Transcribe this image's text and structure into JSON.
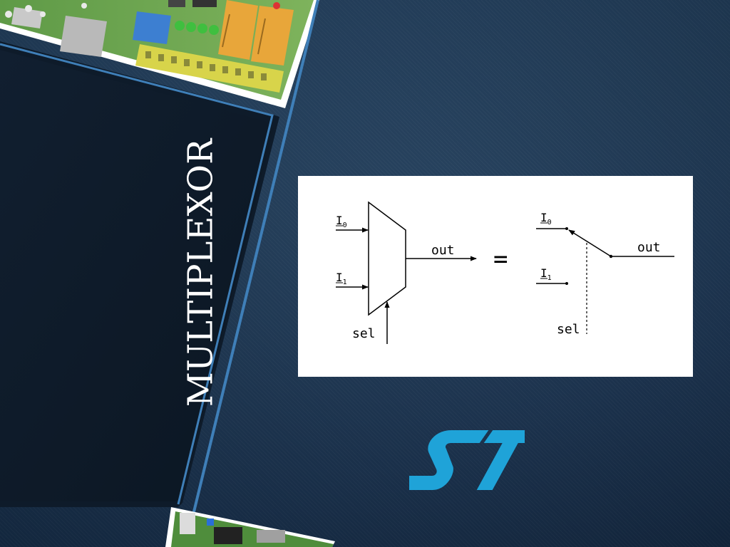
{
  "slide": {
    "title": "MULTIPLEXOR"
  },
  "diagram": {
    "input0_label": "I",
    "input0_sub": "0",
    "input1_label": "I",
    "input1_sub": "1",
    "output_label": "out",
    "equals": "=",
    "select_label": "sel",
    "switch_input0_label": "I",
    "switch_input0_sub": "0",
    "switch_input1_label": "I",
    "switch_input1_sub": "1",
    "switch_output_label": "out",
    "switch_select_label": "sel"
  },
  "logo": {
    "name": "st-logo",
    "color": "#1fa3d8"
  },
  "colors": {
    "background": "#1b3452",
    "panel": "#0f1d2d",
    "panel_border": "#3f7fb8",
    "title": "#ffffff"
  }
}
